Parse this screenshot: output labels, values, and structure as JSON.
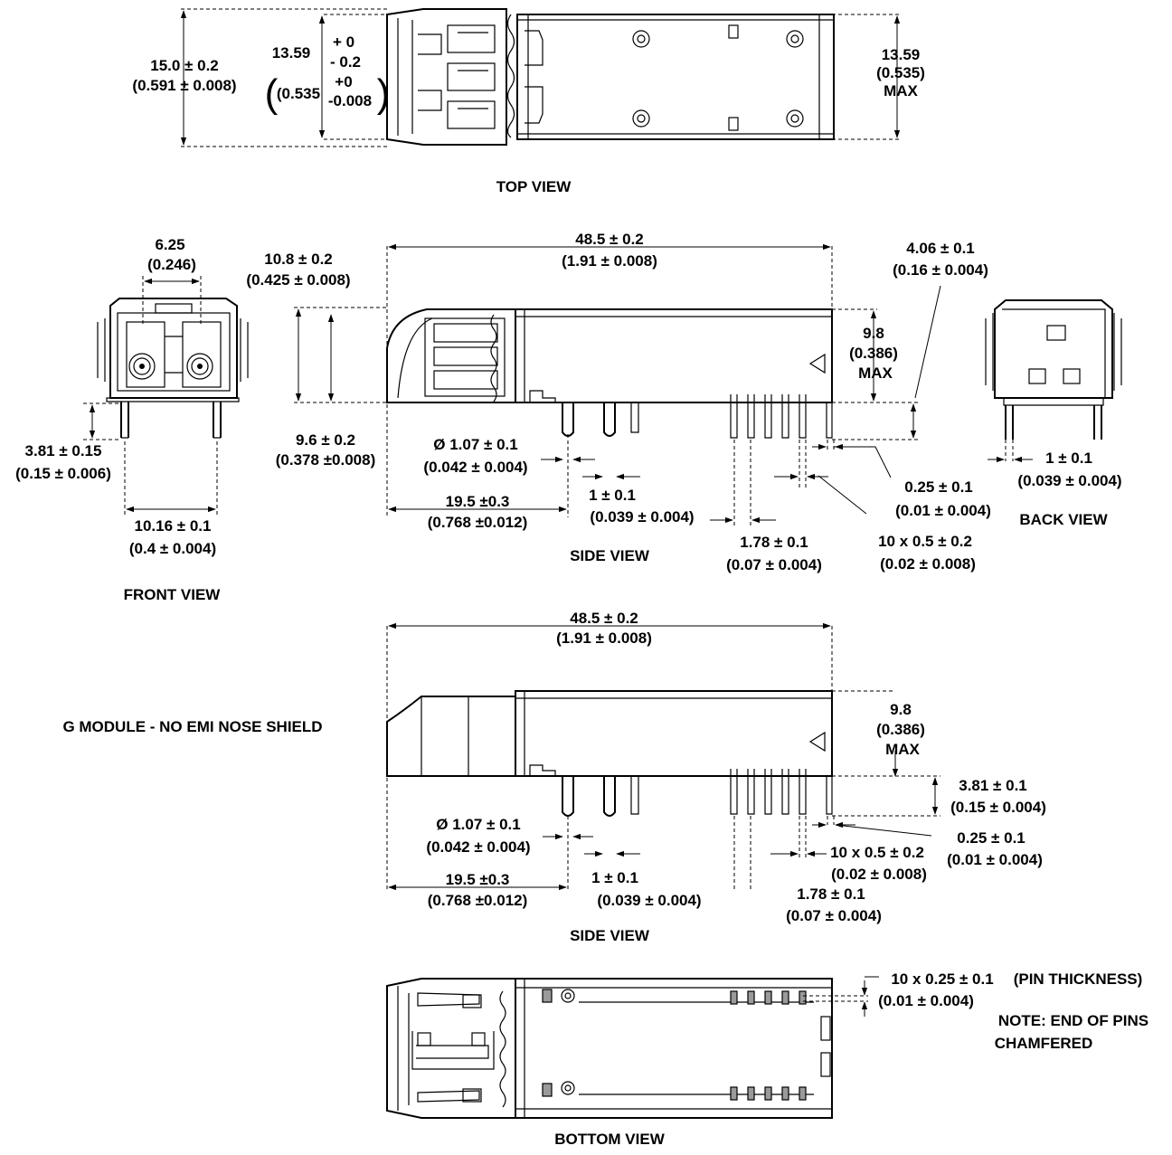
{
  "top_view": {
    "caption": "TOP VIEW",
    "width_tolerance": [
      "15.0 ± 0.2",
      "(0.591 ± 0.008)"
    ],
    "shell_width": [
      "13.59",
      "(0.535"
    ],
    "shell_tolerance": [
      "+ 0",
      "- 0.2",
      "+0",
      "-0.008"
    ],
    "back_width": [
      "13.59",
      "(0.535)",
      "MAX"
    ]
  },
  "front_view": {
    "caption": "FRONT VIEW",
    "port_spacing": [
      "6.25",
      "(0.246)"
    ],
    "pin_length": [
      "3.81 ± 0.15",
      "(0.15 ± 0.006)"
    ],
    "pin_spacing": [
      "10.16 ± 0.1",
      "(0.4 ± 0.004)"
    ]
  },
  "side_view_1": {
    "caption": "SIDE VIEW",
    "length": [
      "48.5 ± 0.2",
      "(1.91 ± 0.008)"
    ],
    "nose_height": [
      "10.8 ± 0.2",
      "(0.425 ± 0.008)"
    ],
    "body_height": [
      "9.6 ± 0.2",
      "(0.378 ±0.008)"
    ],
    "post_diameter": [
      "Ø 1.07 ± 0.1",
      "(0.042 ± 0.004)"
    ],
    "pin_offset": [
      "19.5 ±0.3",
      "(0.768 ±0.012)"
    ],
    "post_gap": [
      "1 ± 0.1",
      "(0.039 ± 0.004)"
    ],
    "pin_pitch": [
      "1.78 ± 0.1",
      "(0.07 ± 0.004)"
    ],
    "height_max": [
      "9.8",
      "(0.386)",
      "MAX"
    ],
    "pin_length": [
      "4.06 ± 0.1",
      "(0.16 ± 0.004)"
    ],
    "pin_end": [
      "0.25 ± 0.1",
      "(0.01 ± 0.004)"
    ],
    "pin_width": [
      "10 x 0.5 ± 0.2",
      "(0.02 ± 0.008)"
    ]
  },
  "back_view": {
    "caption": "BACK VIEW",
    "pin_gap": [
      "1 ± 0.1",
      "(0.039 ± 0.004)"
    ]
  },
  "side_view_2": {
    "caption": "SIDE VIEW",
    "note": "G MODULE - NO EMI NOSE SHIELD",
    "length": [
      "48.5 ± 0.2",
      "(1.91 ± 0.008)"
    ],
    "height_max": [
      "9.8",
      "(0.386)",
      "MAX"
    ],
    "pin_length": [
      "3.81 ± 0.1",
      "(0.15 ± 0.004)"
    ],
    "post_diameter": [
      "Ø 1.07 ± 0.1",
      "(0.042 ± 0.004)"
    ],
    "pin_end": [
      "0.25 ± 0.1",
      "(0.01 ± 0.004)"
    ],
    "pin_width": [
      "10 x 0.5 ± 0.2",
      "(0.02 ± 0.008)"
    ],
    "pin_offset": [
      "19.5 ±0.3",
      "(0.768 ±0.012)"
    ],
    "post_gap": [
      "1 ± 0.1",
      "(0.039 ± 0.004)"
    ],
    "pin_pitch": [
      "1.78 ± 0.1",
      "(0.07 ± 0.004)"
    ]
  },
  "bottom_view": {
    "caption": "BOTTOM  VIEW",
    "pin_thickness": [
      "10 x 0.25 ± 0.1",
      "(PIN THICKNESS)",
      "(0.01 ± 0.004)"
    ],
    "note": [
      "NOTE: END OF PINS",
      "CHAMFERED"
    ]
  },
  "colors": {
    "ink": "#000000",
    "paper": "#ffffff",
    "shade": "#9a9a9a"
  }
}
